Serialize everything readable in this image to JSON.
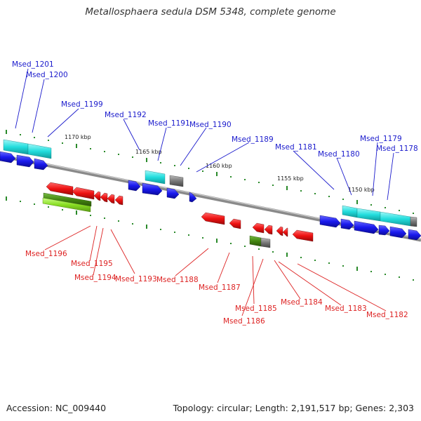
{
  "title": "Metallosphaera sedula DSM 5348, complete genome",
  "footer": {
    "accession": "Accession: NC_009440",
    "summary": "Topology: circular; Length: 2,191,517 bp; Genes: 2,303"
  },
  "kbp_labels": [
    "1170 kbp",
    "1165 kbp",
    "1160 kbp",
    "1155 kbp",
    "1150 kbp"
  ],
  "forward_gene_labels": [
    "Msed_1201",
    "Msed_1200",
    "Msed_1199",
    "Msed_1192",
    "Msed_1191",
    "Msed_1190",
    "Msed_1189",
    "Msed_1181",
    "Msed_1180",
    "Msed_1179",
    "Msed_1178"
  ],
  "reverse_gene_labels": [
    "Msed_1196",
    "Msed_1195",
    "Msed_1194",
    "Msed_1193",
    "Msed_1188",
    "Msed_1187",
    "Msed_1185",
    "Msed_1186",
    "Msed_1184",
    "Msed_1183",
    "Msed_1182"
  ],
  "colors": {
    "forward_label": "#1a1acc",
    "reverse_label": "#dd2222",
    "forward_gene": "#1a1aee",
    "reverse_gene": "#ee1111",
    "rna_cyan": "#22dddd",
    "rna_green": "#88dd22",
    "rna_darkgreen": "#448811",
    "pseudo_gray": "#777777",
    "backbone": "#888888",
    "tick": "#2a8a2a"
  }
}
